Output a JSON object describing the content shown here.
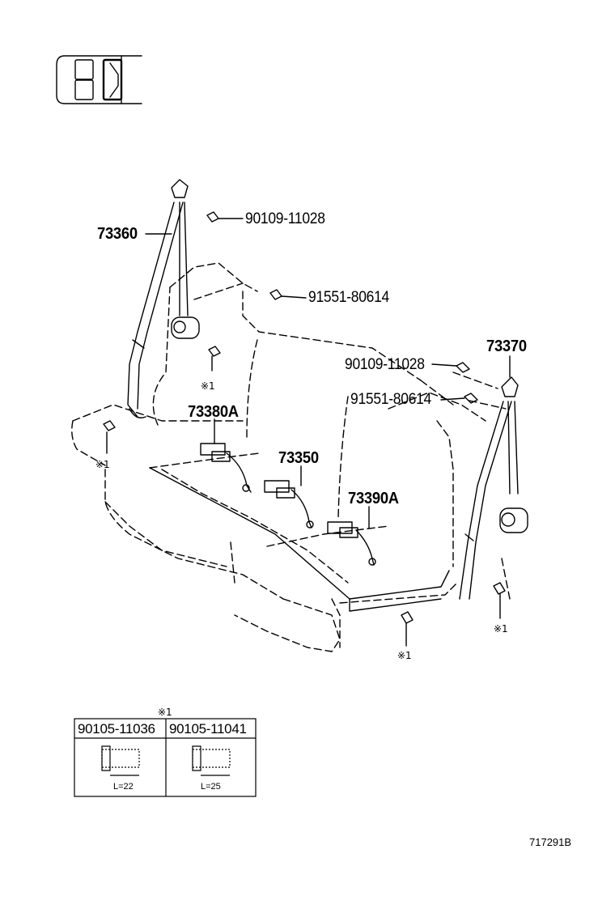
{
  "callouts": {
    "belt_left": "73360",
    "belt_right": "73370",
    "buckle_left": "73380A",
    "buckle_center": "73350",
    "buckle_right": "73390A",
    "bolt_upper_left": "90109-11028",
    "bolt_mid_left": "91551-80614",
    "bolt_upper_right": "90109-11028",
    "bolt_mid_right": "91551-80614"
  },
  "note_marks": {
    "mark_1": "※1",
    "mark_2": "※1",
    "mark_3": "※1",
    "mark_4": "※1",
    "table_mark": "※1"
  },
  "bolt_table": {
    "col1_part": "90105-11036",
    "col2_part": "90105-11041",
    "col1_length": "L=22",
    "col2_length": "L=25"
  },
  "reference_code": "717291B"
}
